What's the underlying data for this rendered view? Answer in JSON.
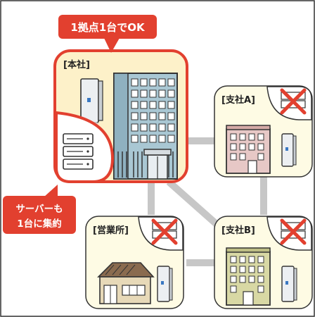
{
  "callouts": {
    "top": "1拠点1台でOK",
    "left_line1": "サーバーも",
    "left_line2": "1台に集約"
  },
  "sites": {
    "hq": "[本社]",
    "branch_a": "[支社A]",
    "sales_office": "[営業所]",
    "branch_b": "[支社B]"
  },
  "colors": {
    "accent_red": "#e2402f",
    "hq_fill": "#fdf1c9",
    "site_fill": "#fefbe4",
    "link_gray": "#c7c7c7",
    "building_blue": "#a9c7d3",
    "building_pink": "#e7c8c6",
    "building_green": "#d8d8a4"
  }
}
